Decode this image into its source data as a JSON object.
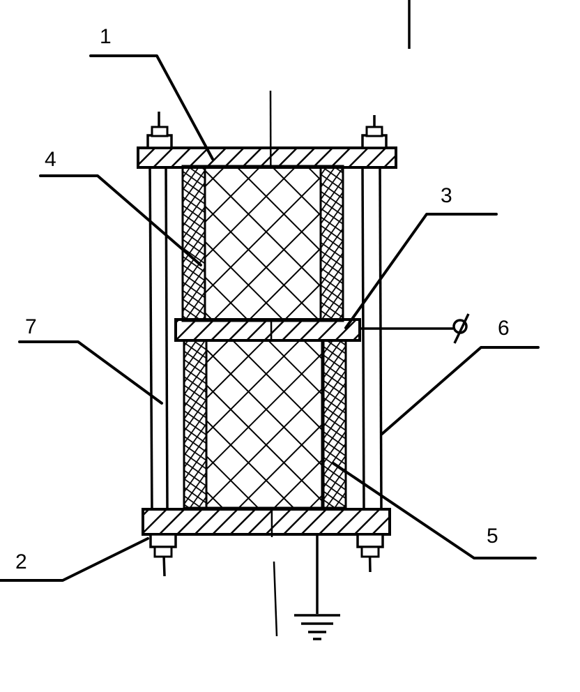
{
  "labels": {
    "l1": "1",
    "l2": "2",
    "l3": "3",
    "l4": "4",
    "l5": "5",
    "l6": "6",
    "l7": "7"
  },
  "terminal_symbol": "ϕ",
  "colors": {
    "ink": "#000000",
    "paper": "#ffffff"
  }
}
